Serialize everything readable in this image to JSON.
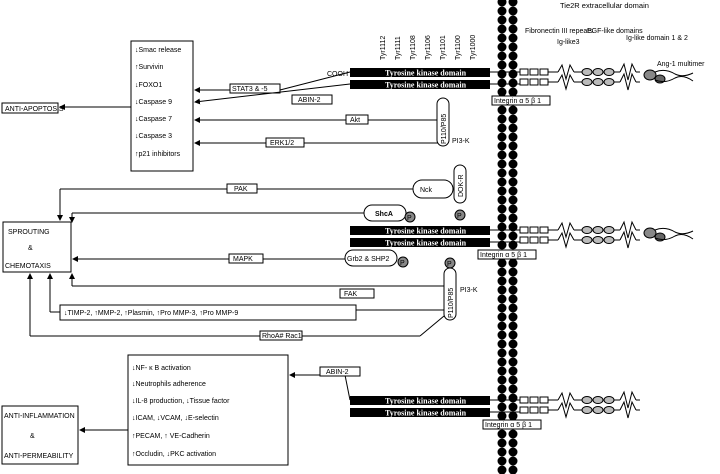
{
  "top": {
    "tyr": [
      "Tyr1112",
      "Tyr1111",
      "Tyr1108",
      "Tyr1106",
      "Tyr1101",
      "Tyr1100",
      "Tyr1000"
    ],
    "cooh": "COOH",
    "tk": "Tyrosine kinase domain",
    "tie2_title": "Tie2R extracellular domain",
    "fn3": "Fibronectin III repeats",
    "igl3": "Ig-like3",
    "egf": "EGF-like domains",
    "igl12": "Ig-like domain 1 & 2",
    "ang": "Ang-1 multimer",
    "integrin": "Integrin α 5 β 1",
    "outcomes": [
      "Smac release",
      "Survivin",
      "FOXO1",
      "Caspase 9",
      "Caspase 7",
      "Caspase 3",
      "p21 inhibitors"
    ],
    "arrows": [
      "↓",
      "↑",
      "↓",
      "↓",
      "↓",
      "↓",
      "↑"
    ],
    "stat": "STAT3 & -5",
    "abin": "ABIN-2",
    "akt": "Akt",
    "erk": "ERK1/2",
    "pi3k": "PI3-K",
    "p110": "P110/P85",
    "anti_apop": "ANTI-APOPTOSIS"
  },
  "mid": {
    "sprouting": "SPROUTING",
    "amp": "&",
    "chemo": "CHEMOTAXIS",
    "pak": "PAK",
    "nck": "Nck",
    "dokr": "DOK-R",
    "shca": "ShcA",
    "mapk": "MAPK",
    "grb": "Grb2 & SHP2",
    "fak": "FAK",
    "pi3k": "PI3-K",
    "p110": "P110/P85",
    "mmp": "↓TIMP-2, ↑MMP-2, ↑Plasmin, ↑Pro MMP-3, ↑Pro MMP-9",
    "rho": "RhoA# Rac1",
    "tk": "Tyrosine kinase domain",
    "integrin": "Integrin α 5 β 1",
    "p": "P"
  },
  "bot": {
    "abin": "ABIN-2",
    "lines": [
      "↓NF- κ B activation",
      "↓Neutrophils adherence",
      "↓IL-8 production, ↓Tissue factor",
      "↓ICAM, ↓VCAM, ↓E-selectin",
      "↑PECAM, ↑ VE-Cadherin",
      "↑Occludin, ↓PKC activation"
    ],
    "anti1": "ANTI-INFLAMMATION",
    "amp": "&",
    "anti2": "ANTI-PERMEABILITY",
    "tk": "Tyrosine kinase domain",
    "integrin": "Integrin α 5 β 1"
  }
}
